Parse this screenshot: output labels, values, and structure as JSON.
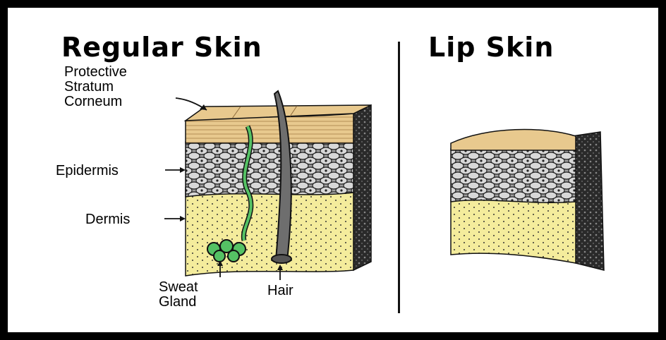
{
  "titles": {
    "regular": "Regular Skin",
    "lip": "Lip Skin"
  },
  "labels": {
    "stratum": [
      "Protective",
      "Stratum",
      "Corneum"
    ],
    "epidermis": "Epidermis",
    "dermis": "Dermis",
    "sweat_gland": [
      "Sweat",
      "Gland"
    ],
    "hair": "Hair"
  },
  "colors": {
    "frame": "#000000",
    "background": "#ffffff",
    "stratum_corneum": "#e8c98e",
    "epidermis": "#a9a9a9",
    "dermis": "#f4ec9c",
    "sweat_gland": "#55c264",
    "hair": "#6e6e6e"
  },
  "icons": [
    "regular-skin-cross-section",
    "lip-skin-cross-section",
    "hair-shaft-icon",
    "sweat-gland-icon"
  ]
}
